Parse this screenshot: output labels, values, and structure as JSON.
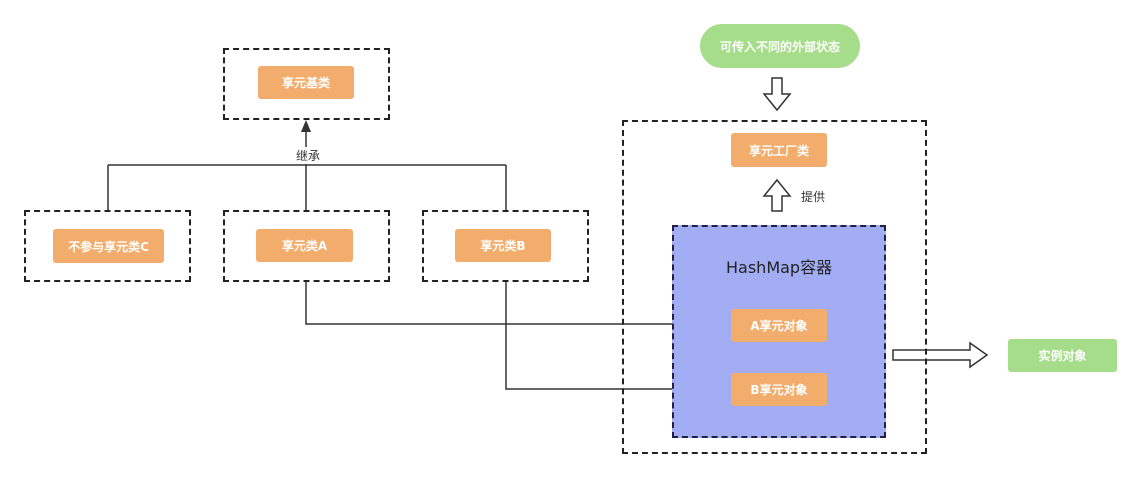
{
  "nodes": {
    "base_class": "享元基类",
    "class_c": "不参与享元类C",
    "class_a": "享元类A",
    "class_b": "享元类B",
    "factory": "享元工厂类",
    "external_state": "可传入不同的外部状态",
    "container_title": "HashMap容器",
    "obj_a": "A享元对象",
    "obj_b": "B享元对象",
    "instance": "实例对象"
  },
  "labels": {
    "inherit": "继承",
    "provide": "提供"
  },
  "colors": {
    "orange": "#f2ac6b",
    "green": "#a6dd8a",
    "container": "#a3adf4",
    "line": "#333333"
  }
}
